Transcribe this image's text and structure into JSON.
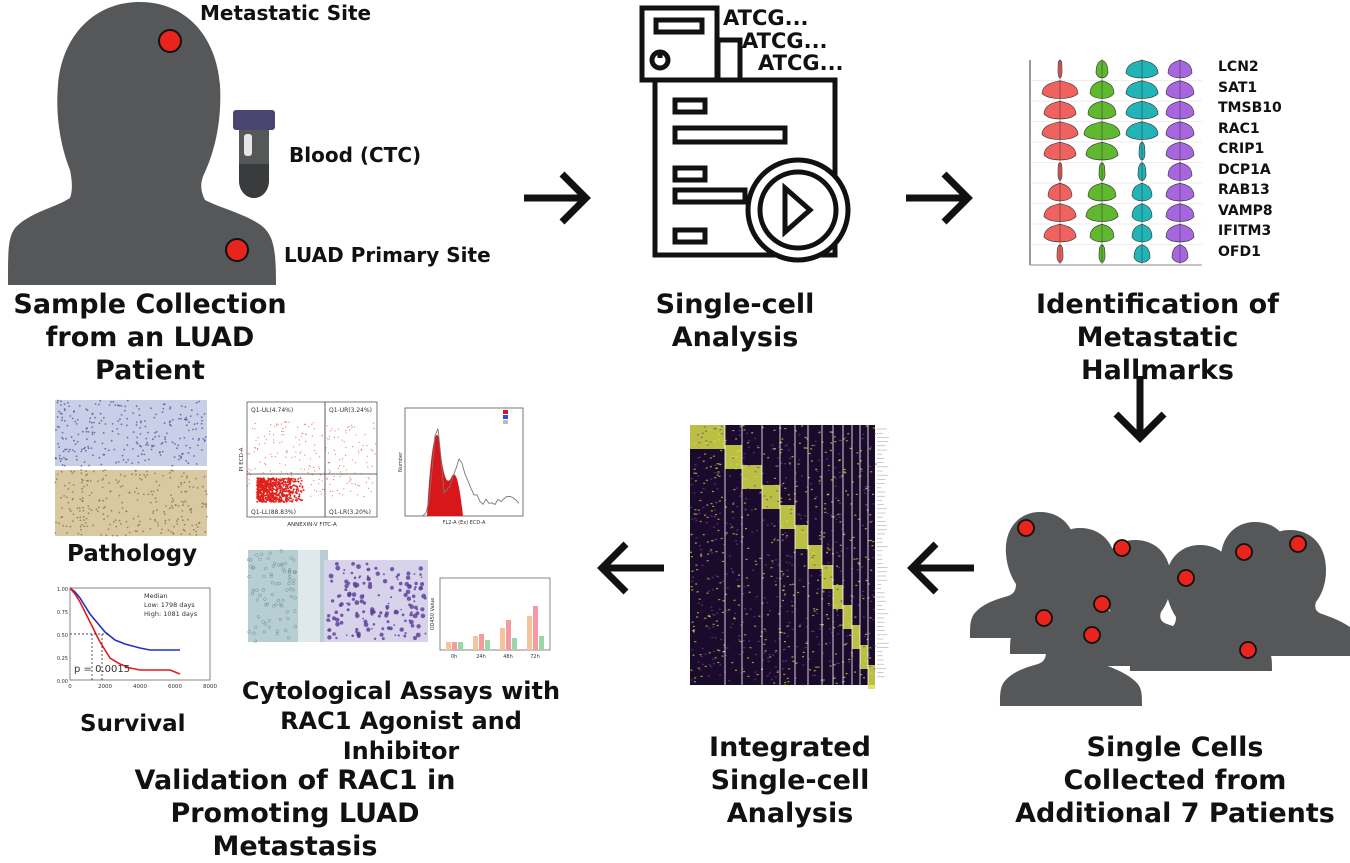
{
  "sample": {
    "metastatic_label": "Metastatic Site",
    "blood_label": "Blood (CTC)",
    "primary_label": "LUAD Primary Site",
    "title_line1": "Sample Collection",
    "title_line2": "from an LUAD Patient"
  },
  "sequencing": {
    "seq1": "ATCG...",
    "seq2": "ATCG...",
    "seq3": "ATCG...",
    "title_line1": "Single-cell",
    "title_line2": "Analysis"
  },
  "hallmarks": {
    "genes": [
      "LCN2",
      "SAT1",
      "TMSB10",
      "RAC1",
      "CRIP1",
      "DCP1A",
      "RAB13",
      "VAMP8",
      "IFITM3",
      "OFD1"
    ],
    "violin_colors": [
      "#f0625f",
      "#5fb82e",
      "#22b5b8",
      "#a766e0"
    ],
    "title_line1": "Identification of",
    "title_line2": "Metastatic Hallmarks"
  },
  "patients": {
    "title_line1": "Single Cells",
    "title_line2": "Collected  from",
    "title_line3": "Additional 7 Patients"
  },
  "integrated": {
    "title_line1": "Integrated",
    "title_line2": "Single-cell",
    "title_line3": "Analysis"
  },
  "validation": {
    "pathology_label": "Pathology",
    "survival_label": "Survival",
    "cyto_line1": "Cytological Assays with",
    "cyto_line2": "RAC1 Agonist and Inhibitor",
    "title_line1": "Validation of RAC1 in",
    "title_line2": "Promoting LUAD Metastasis",
    "flow": {
      "q_ul": "Q1-UL(4.74%)",
      "q_ur": "Q1-UR(3.24%)",
      "q_ll": "Q1-LL(88.83%)",
      "q_lr": "Q1-LR(3.20%)",
      "xlabel": "ANNEXIN-V FITC-A",
      "ylabel": "PI ECD-A"
    },
    "histogram": {
      "xlabel": "FL2-A (Ex) ECD-A",
      "ylabel": "Number"
    },
    "survival": {
      "legend_title": "Median",
      "legend_low": "Low: 1798 days",
      "legend_high": "High: 1081 days",
      "p_value": "p = 0.0015",
      "x_ticks": [
        "0",
        "2000",
        "4000",
        "6000",
        "8000"
      ],
      "y_ticks": [
        "1.00",
        "0.75",
        "0.50",
        "0.25",
        "0.00"
      ]
    },
    "bar_chart": {
      "ylabel": "OD450 Value",
      "categories": [
        "0h",
        "24h",
        "48h",
        "72h"
      ]
    }
  }
}
